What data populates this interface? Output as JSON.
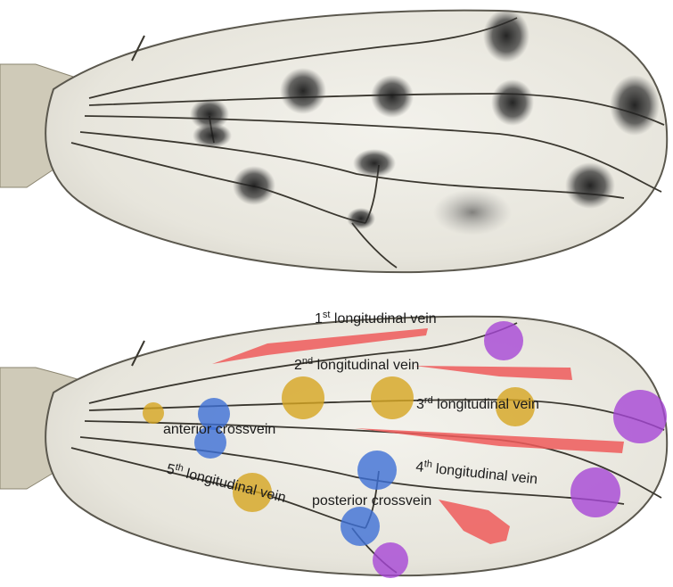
{
  "figure": {
    "panels": [
      {
        "id": "top",
        "description_shown": "Photograph of a spotted fly wing"
      },
      {
        "id": "bottom",
        "description_shown": "Same wing with colored annotation markers"
      }
    ],
    "labels": {
      "vein1": {
        "ord": "1",
        "sup": "st",
        "text": " longitudinal vein"
      },
      "vein2": {
        "ord": "2",
        "sup": "nd",
        "text": " longitudinal vein"
      },
      "vein3": {
        "ord": "3",
        "sup": "rd",
        "text": " longitudinal vein"
      },
      "vein4": {
        "ord": "4",
        "sup": "th",
        "text": " longitudinal vein"
      },
      "vein5": {
        "ord": "5",
        "sup": "th",
        "text": " longitudinal vein"
      },
      "anterior": "anterior crossvein",
      "posterior": "posterior crossvein"
    },
    "marker_colors": {
      "gold": "#d6a520",
      "blue": "#3d6fd6",
      "purple": "#a646d6",
      "red": "#ee5a5a"
    }
  }
}
